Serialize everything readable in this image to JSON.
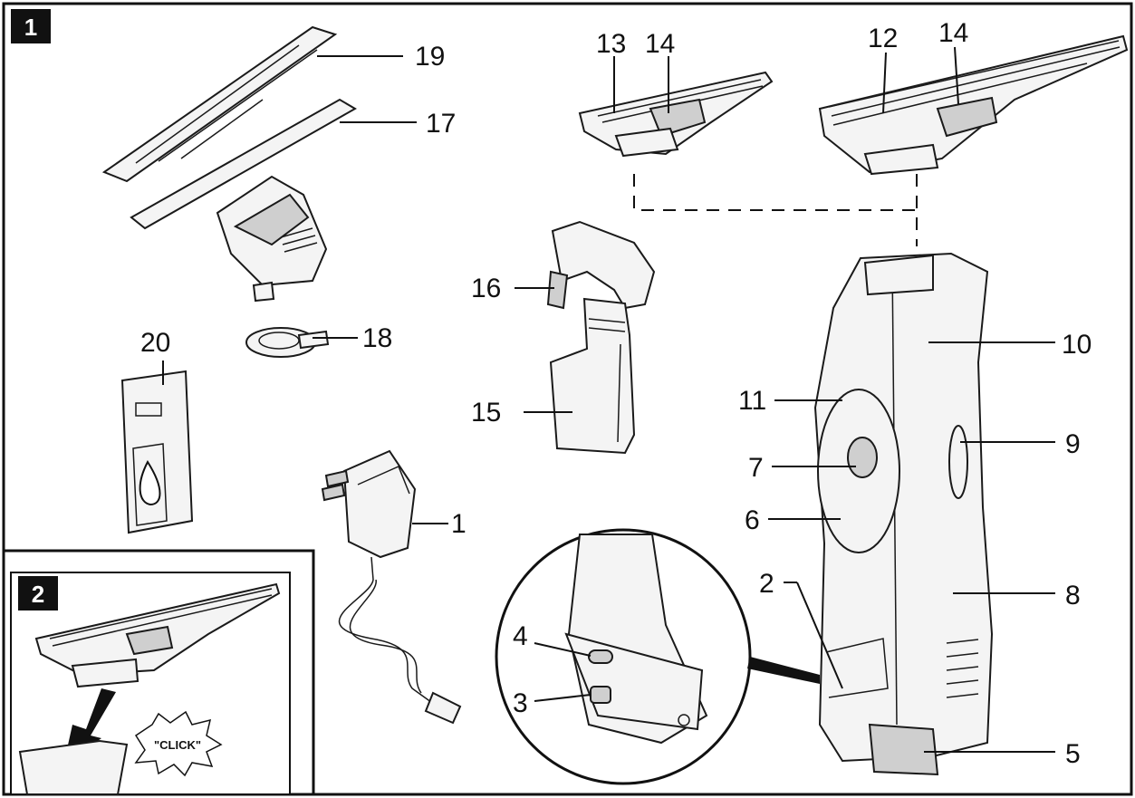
{
  "panels": {
    "main": {
      "badge": "1"
    },
    "inset": {
      "badge": "2",
      "click_text": "\"CLICK\""
    }
  },
  "callouts": {
    "c1": "1",
    "c2": "2",
    "c3": "3",
    "c4": "4",
    "c5": "5",
    "c6": "6",
    "c7": "7",
    "c8": "8",
    "c9": "9",
    "c10": "10",
    "c11": "11",
    "c12": "12",
    "c13": "13",
    "c14a": "14",
    "c14b": "14",
    "c15": "15",
    "c16": "16",
    "c17": "17",
    "c18": "18",
    "c19": "19",
    "c20": "20"
  }
}
